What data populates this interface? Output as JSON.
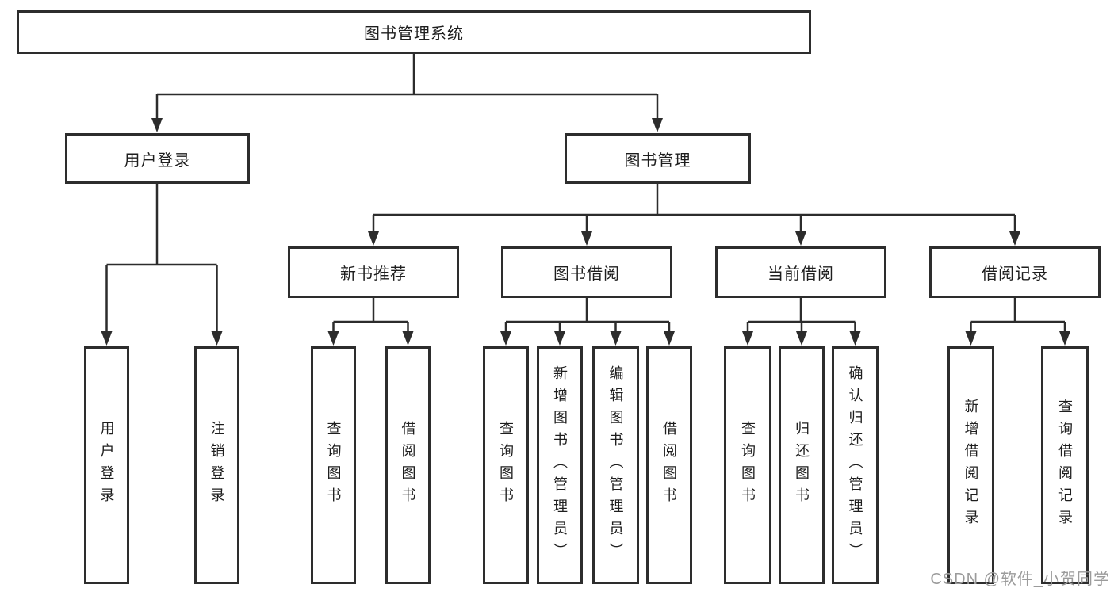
{
  "colors": {
    "background": "#ffffff",
    "box_border": "#2d2d2d",
    "box_fill": "#ffffff",
    "line": "#2c2c2c",
    "text": "#1e1e1e",
    "watermark": "#9b9b9b"
  },
  "tree": {
    "label": "图书管理系统",
    "children": [
      {
        "label": "用户登录",
        "children": [
          {
            "label": "用户登录"
          },
          {
            "label": "注销登录"
          }
        ]
      },
      {
        "label": "图书管理",
        "children": [
          {
            "label": "新书推荐",
            "children": [
              {
                "label": "查询图书"
              },
              {
                "label": "借阅图书"
              }
            ]
          },
          {
            "label": "图书借阅",
            "children": [
              {
                "label": "查询图书"
              },
              {
                "label": "新增图书（管理员）"
              },
              {
                "label": "编辑图书（管理员）"
              },
              {
                "label": "借阅图书"
              }
            ]
          },
          {
            "label": "当前借阅",
            "children": [
              {
                "label": "查询图书"
              },
              {
                "label": "归还图书"
              },
              {
                "label": "确认归还（管理员）"
              }
            ]
          },
          {
            "label": "借阅记录",
            "children": [
              {
                "label": "新增借阅记录"
              },
              {
                "label": "查询借阅记录"
              }
            ]
          }
        ]
      }
    ]
  },
  "watermark": {
    "text": "CSDN @软件_小贺同学"
  }
}
